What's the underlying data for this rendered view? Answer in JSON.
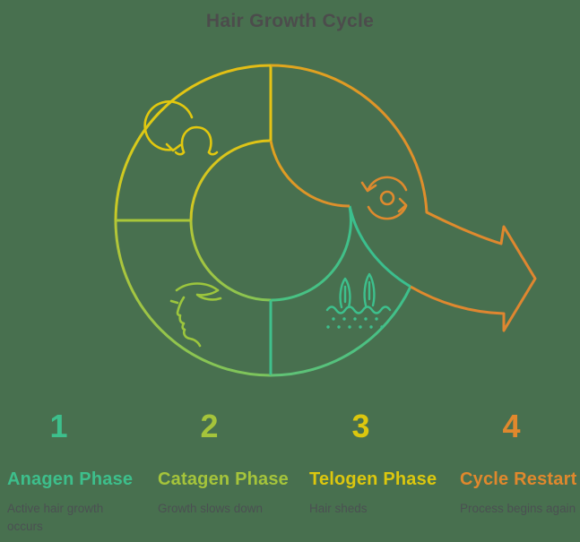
{
  "title": "Hair Growth Cycle",
  "diagram": {
    "name": "hair-growth-cycle-ring",
    "description_of_icons": {
      "quadrant_top_left": "rotate-hair-icon",
      "quadrant_top_right": "sync-arrows-icon",
      "quadrant_bottom_left": "face-profile-hair-icon",
      "quadrant_bottom_right": "hair-follicle-skin-icon"
    },
    "colors": {
      "background": "#48704F",
      "anagen_green": "#3DBF8C",
      "catagen_yellow_green": "#A5C43B",
      "telogen_yellow": "#E2C411",
      "restart_orange": "#DF882F",
      "dark_text": "#4B5052"
    }
  },
  "phases": [
    {
      "number": "1",
      "name": "Anagen Phase",
      "description": "Active hair growth occurs",
      "color": "#3DBF8C"
    },
    {
      "number": "2",
      "name": "Catagen Phase",
      "description": "Growth slows down",
      "color": "#A5C43B"
    },
    {
      "number": "3",
      "name": "Telogen Phase",
      "description": "Hair sheds",
      "color": "#DCC70E"
    },
    {
      "number": "4",
      "name": "Cycle Restart",
      "description": "Process begins again",
      "color": "#E0882D"
    }
  ]
}
